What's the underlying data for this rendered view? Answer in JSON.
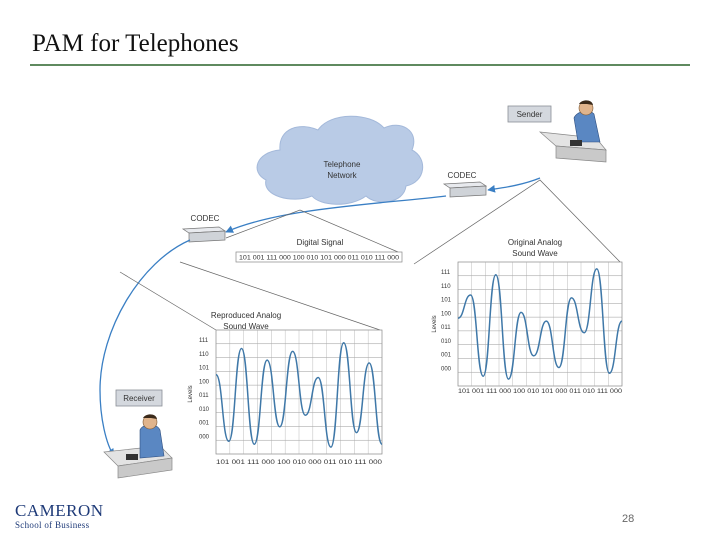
{
  "slide": {
    "title": "PAM for Telephones",
    "page_number": "28",
    "logo_line1": "CAMERON",
    "logo_line2": "School of Business"
  },
  "diagram": {
    "sender": "Sender",
    "receiver": "Receiver",
    "network_line1": "Telephone",
    "network_line2": "Network",
    "codec_sender": "CODEC",
    "codec_receiver": "CODEC",
    "digital_signal_title": "Digital Signal",
    "digital_signal_bits": "101 001 111 000 100 010 101 000 011 010 111 000",
    "original_title_line1": "Original Analog",
    "original_title_line2": "Sound Wave",
    "reproduced_title_line1": "Reproduced Analog",
    "reproduced_title_line2": "Sound Wave",
    "levels_label": "Levels",
    "level_ticks": [
      "111",
      "110",
      "101",
      "100",
      "011",
      "010",
      "001",
      "000"
    ],
    "original_bits": "101 001 111 000 100 010 101 000 011 010 111 000",
    "reproduced_bits": "101 001 111 000 100 010 000 011 010 111 000",
    "colors": {
      "cloud": "#b9cbe6",
      "wave": "#3f78a8",
      "link": "#3a7fc4",
      "box_fill": "#d4d8de",
      "person_shirt": "#5a87c2"
    }
  }
}
